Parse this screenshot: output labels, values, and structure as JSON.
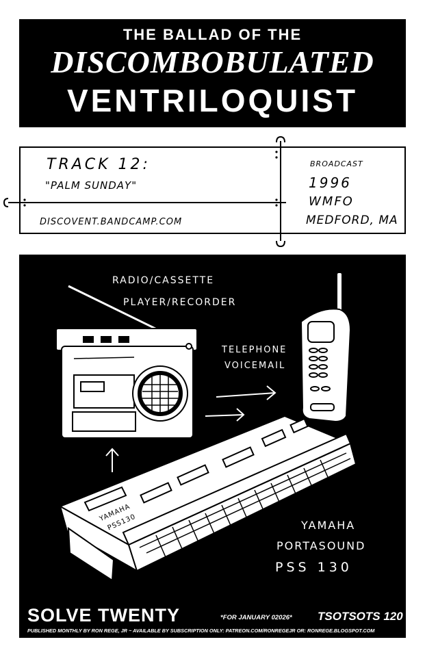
{
  "header": {
    "line1": "THE BALLAD OF THE",
    "line2": "DISCOMBOBULATED",
    "line3": "VENTRILOQUIST"
  },
  "info": {
    "track": "TRACK 12:",
    "song": "\"PALM SUNDAY\"",
    "url": "DISCOVENT.BANDCAMP.COM",
    "broadcast_label": "BROADCAST",
    "year": "1996",
    "station": "WMFO",
    "location": "MEDFORD, MA"
  },
  "illustration": {
    "radio_label_line1": "RADIO/CASSETTE",
    "radio_label_line2": "PLAYER/RECORDER",
    "phone_label_line1": "TELEPHONE",
    "phone_label_line2": "VOICEMAIL",
    "keyboard_body_line1": "YAMAHA",
    "keyboard_body_line2": "PSS130",
    "keyboard_label_line1": "YAMAHA",
    "keyboard_label_line2": "PORTASOUND",
    "keyboard_label_line3": "PSS 130"
  },
  "footer": {
    "title": "SOLVE TWENTY",
    "note": "*FOR JANUARY 02026*",
    "code": "TSOTSOTS 120",
    "publisher": "PUBLISHED MONTHLY BY RON REGE, JR  ~  AVAILABLE BY SUBSCRIPTION ONLY:  PATREON.COM/RONREGEJR OR: RONREGE.BLOGSPOT.COM"
  }
}
